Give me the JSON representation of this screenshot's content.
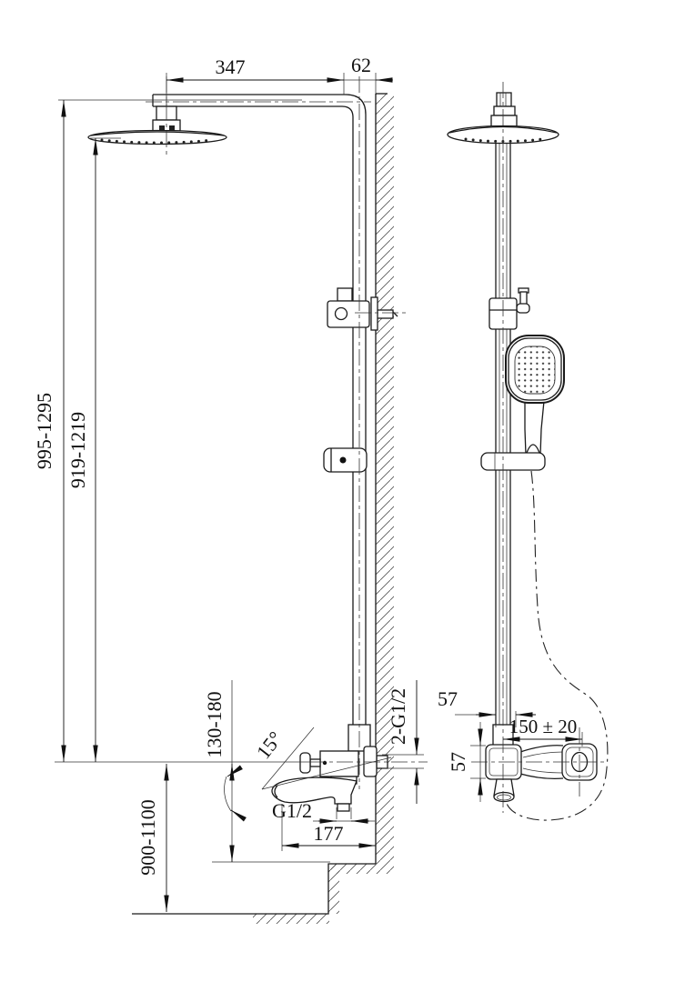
{
  "drawing": {
    "kind": "shower-column installation drawing",
    "views": {
      "side": {
        "dims": {
          "arm_length": "347",
          "wall_offset": "62",
          "overall_height": "995-1295",
          "head_height": "919-1219",
          "spout_to_rim": "130-180",
          "mixer_above_floor": "900-1100",
          "spout_angle": "15°",
          "spout_outlet_thread": "G1/2",
          "spout_projection": "177",
          "wall_connections": "2-G1/2"
        }
      },
      "front": {
        "dims": {
          "escutcheon_width": "57",
          "body_height": "57",
          "center_to_outlet": "150 ± 20"
        }
      }
    }
  }
}
